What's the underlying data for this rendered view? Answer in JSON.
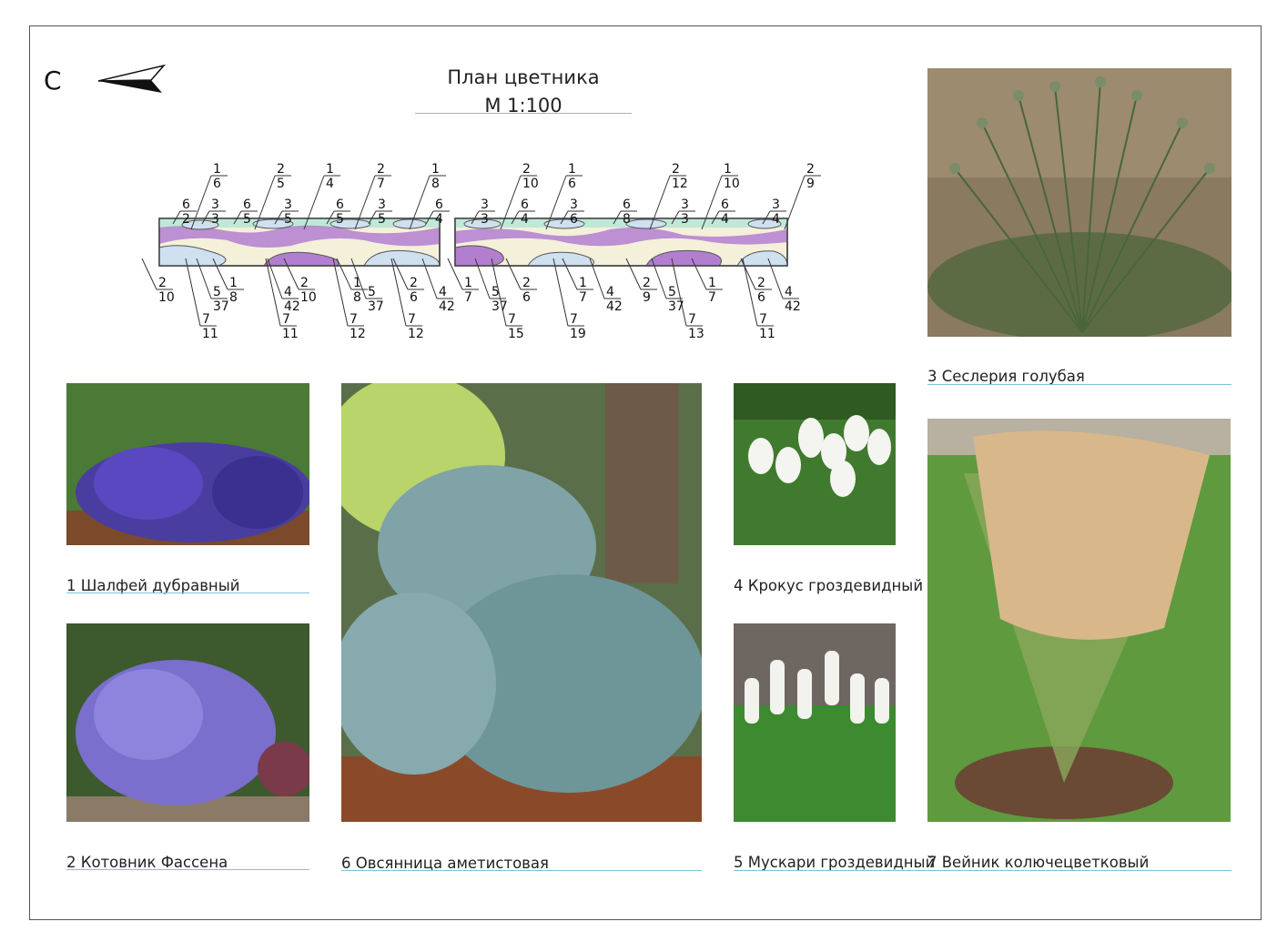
{
  "title": {
    "line1": "План цветника",
    "line2": "М 1:100"
  },
  "north_label": "С",
  "plan": {
    "labels": [
      [
        "1",
        "6"
      ],
      [
        "2",
        "5"
      ],
      [
        "1",
        "4"
      ],
      [
        "2",
        "7"
      ],
      [
        "1",
        "8"
      ],
      [
        "2",
        "10"
      ],
      [
        "1",
        "6"
      ],
      [
        "2",
        "12"
      ],
      [
        "1",
        "10"
      ],
      [
        "2",
        "9"
      ],
      [
        "6",
        "2"
      ],
      [
        "3",
        "3"
      ],
      [
        "6",
        "5"
      ],
      [
        "3",
        "5"
      ],
      [
        "6",
        "5"
      ],
      [
        "3",
        "5"
      ],
      [
        "6",
        "4"
      ],
      [
        "3",
        "3"
      ],
      [
        "6",
        "4"
      ],
      [
        "3",
        "6"
      ],
      [
        "6",
        "8"
      ],
      [
        "3",
        "3"
      ],
      [
        "6",
        "4"
      ],
      [
        "3",
        "4"
      ],
      [
        "2",
        "10"
      ],
      [
        "5",
        "37"
      ],
      [
        "1",
        "8"
      ],
      [
        "4",
        "42"
      ],
      [
        "2",
        "10"
      ],
      [
        "1",
        "8"
      ],
      [
        "5",
        "37"
      ],
      [
        "2",
        "6"
      ],
      [
        "4",
        "42"
      ],
      [
        "1",
        "7"
      ],
      [
        "5",
        "37"
      ],
      [
        "2",
        "6"
      ],
      [
        "1",
        "7"
      ],
      [
        "4",
        "42"
      ],
      [
        "2",
        "9"
      ],
      [
        "5",
        "37"
      ],
      [
        "1",
        "7"
      ],
      [
        "2",
        "6"
      ],
      [
        "4",
        "42"
      ],
      [
        "7",
        "11"
      ],
      [
        "7",
        "11"
      ],
      [
        "7",
        "12"
      ],
      [
        "7",
        "12"
      ],
      [
        "7",
        "15"
      ],
      [
        "7",
        "19"
      ],
      [
        "7",
        "13"
      ],
      [
        "7",
        "11"
      ]
    ]
  },
  "plants": [
    {
      "id": "p1",
      "caption": "1 Шалфей дубравный",
      "icon": "salvia-photo"
    },
    {
      "id": "p2",
      "caption": "2 Котовник Фассена",
      "icon": "nepeta-photo"
    },
    {
      "id": "p3",
      "caption": "3 Сеслерия голубая",
      "icon": "sesleria-photo"
    },
    {
      "id": "p4",
      "caption": "4 Крокус гроздевидный",
      "icon": "crocus-photo"
    },
    {
      "id": "p5",
      "caption": "5 Мускари гроздевидный",
      "icon": "muscari-photo"
    },
    {
      "id": "p6",
      "caption": "6 Овсянница аметистовая",
      "icon": "festuca-photo"
    },
    {
      "id": "p7",
      "caption": "7 Вейник колючецветковый",
      "icon": "calamagrostis-photo"
    }
  ],
  "colors": {
    "accent_line": "#7fc3d8",
    "purple": "#b27fd0",
    "blue": "#cfe0f0",
    "mint": "#bfe9d6",
    "cream": "#f4f0da"
  }
}
